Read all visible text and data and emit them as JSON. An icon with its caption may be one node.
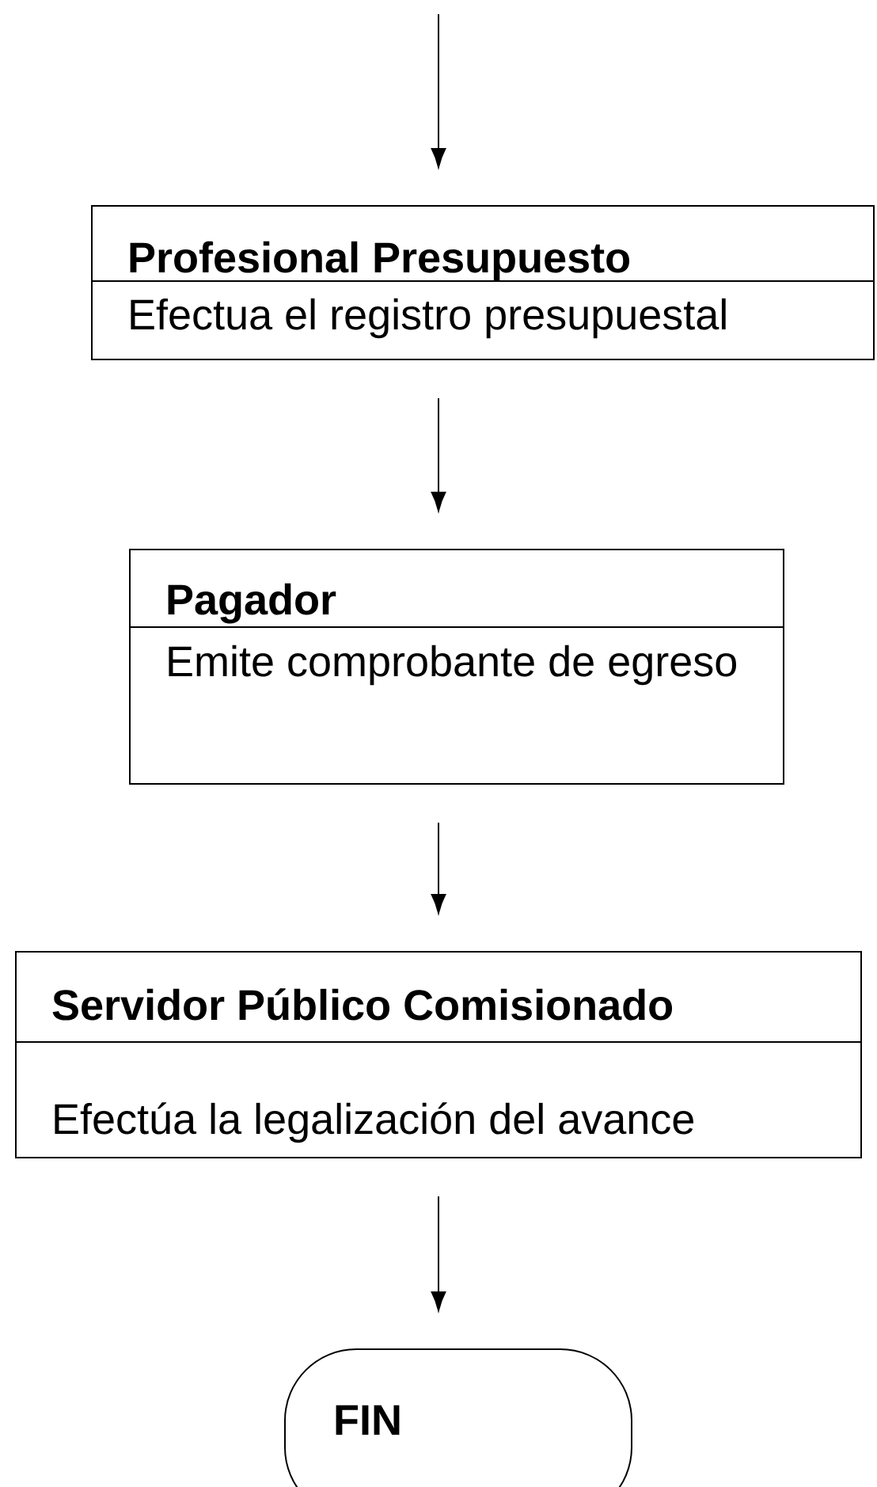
{
  "diagram": {
    "nodes": [
      {
        "text": [
          "Profesional Presupuesto",
          "Efectua el registro presupuestal"
        ]
      },
      {
        "text": [
          "Pagador",
          "Emite comprobante de egreso"
        ]
      },
      {
        "text": [
          "Servidor Público Comisionado",
          "Efectúa la legalización del avance"
        ]
      },
      {
        "text": [
          "FIN"
        ]
      }
    ],
    "edges": [
      {
        "from": null,
        "to": 0,
        "arrow": "to"
      },
      {
        "from": 0,
        "to": 1,
        "arrow": "to"
      },
      {
        "from": 1,
        "to": 2,
        "arrow": "to"
      },
      {
        "from": 2,
        "to": 3,
        "arrow": "to"
      }
    ]
  }
}
